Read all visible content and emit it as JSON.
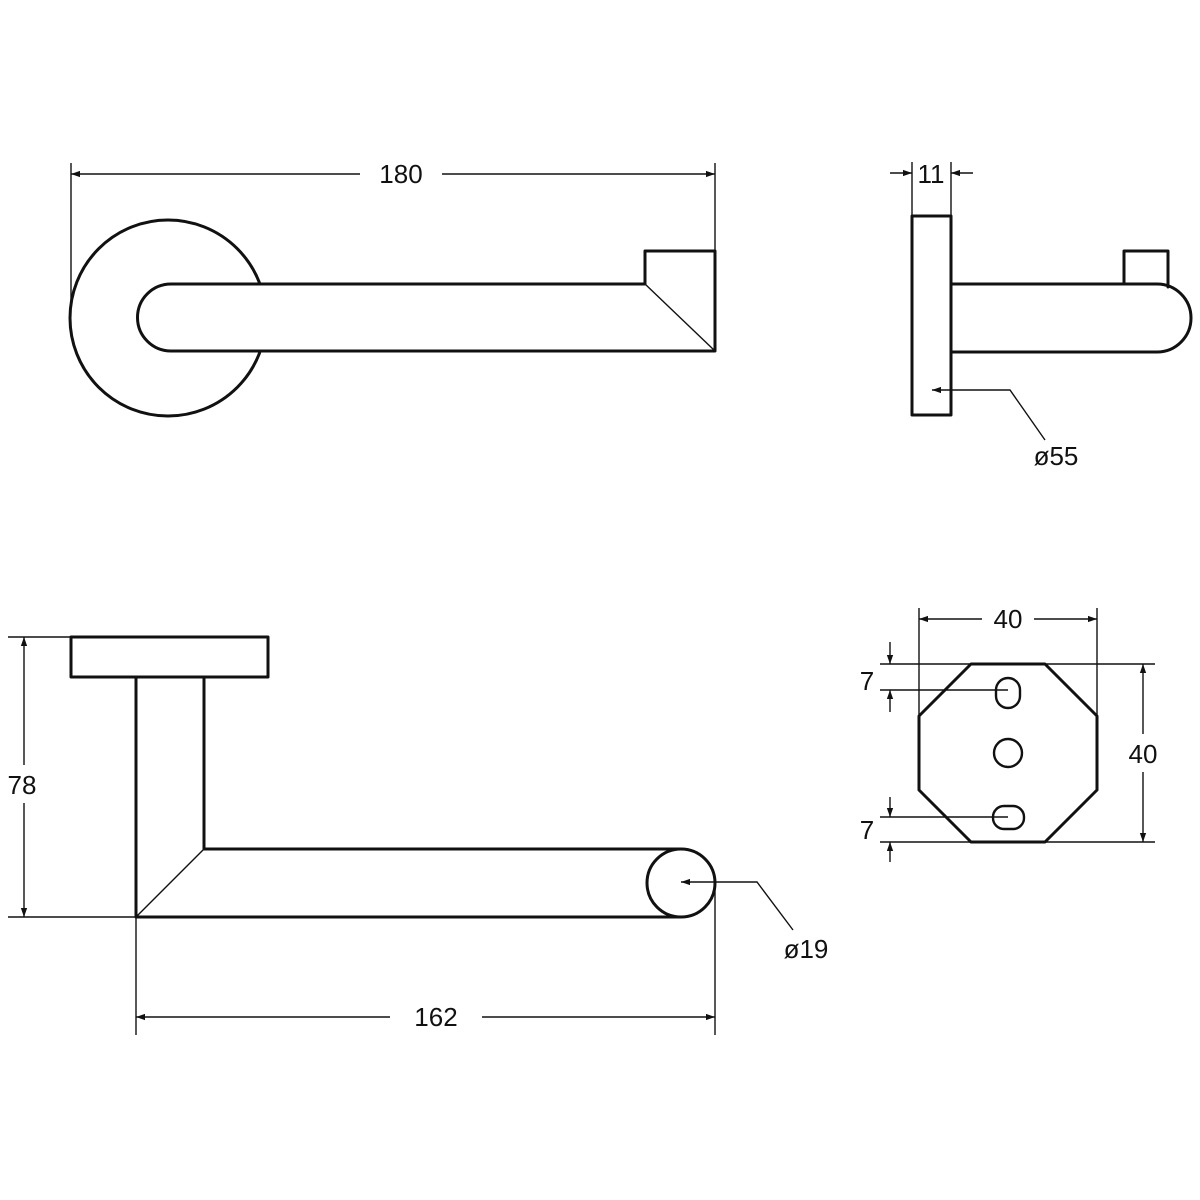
{
  "dimensions": {
    "top_width": "180",
    "side_plate_thickness": "11",
    "plate_diameter": "ø55",
    "bottom_height": "78",
    "bar_diameter": "ø19",
    "bottom_length": "162",
    "plate_width": "40",
    "plate_height": "40",
    "slot_offset_top": "7",
    "slot_offset_bottom": "7"
  }
}
